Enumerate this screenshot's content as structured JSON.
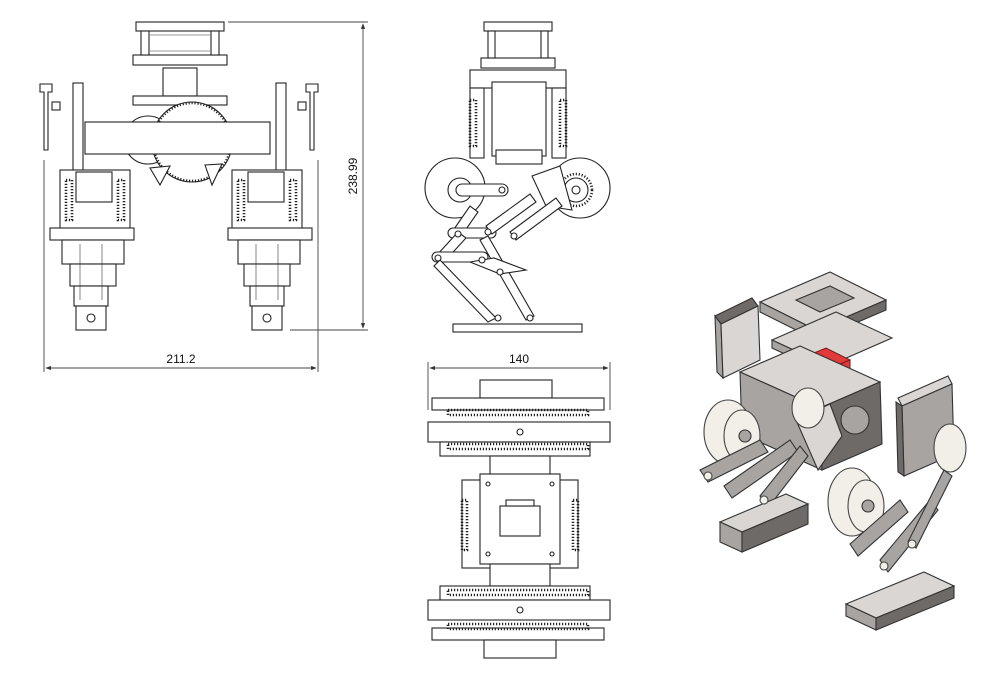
{
  "dimensions": {
    "front_width": "211.2",
    "front_height": "238.99",
    "top_width": "140"
  },
  "colors": {
    "line": "#222222",
    "highlight_component": "#e23a3a",
    "render_body": "#a8a4a1"
  }
}
